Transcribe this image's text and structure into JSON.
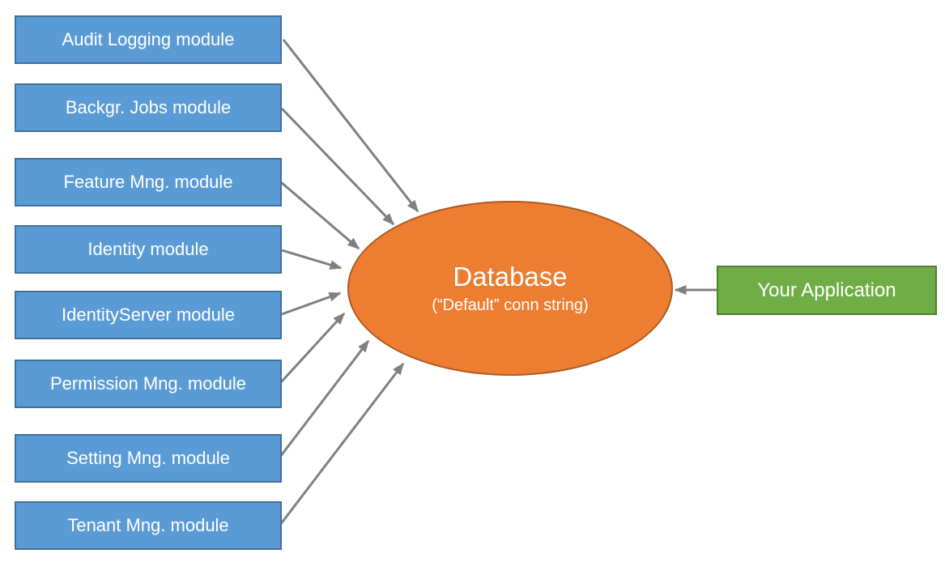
{
  "diagram": {
    "modules": [
      {
        "label": "Audit Logging module"
      },
      {
        "label": "Backgr. Jobs module"
      },
      {
        "label": "Feature Mng. module"
      },
      {
        "label": "Identity module"
      },
      {
        "label": "IdentityServer module"
      },
      {
        "label": "Permission Mng. module"
      },
      {
        "label": "Setting Mng. module"
      },
      {
        "label": "Tenant Mng. module"
      }
    ],
    "database": {
      "title": "Database",
      "subtitle": "(“Default” conn string)"
    },
    "application": {
      "label": "Your Application"
    },
    "connections": [
      {
        "from": "Audit Logging module",
        "to": "Database"
      },
      {
        "from": "Backgr. Jobs module",
        "to": "Database"
      },
      {
        "from": "Feature Mng. module",
        "to": "Database"
      },
      {
        "from": "Identity module",
        "to": "Database"
      },
      {
        "from": "IdentityServer module",
        "to": "Database"
      },
      {
        "from": "Permission Mng. module",
        "to": "Database"
      },
      {
        "from": "Setting Mng. module",
        "to": "Database"
      },
      {
        "from": "Tenant Mng. module",
        "to": "Database"
      },
      {
        "from": "Your Application",
        "to": "Database"
      }
    ],
    "colors": {
      "module_fill": "#5B9BD5",
      "module_border": "#41719C",
      "database_fill": "#ED7D31",
      "database_border": "#AE5A21",
      "application_fill": "#70AD47",
      "application_border": "#507E32",
      "arrow": "#808080",
      "text": "#FFFFFF"
    }
  }
}
